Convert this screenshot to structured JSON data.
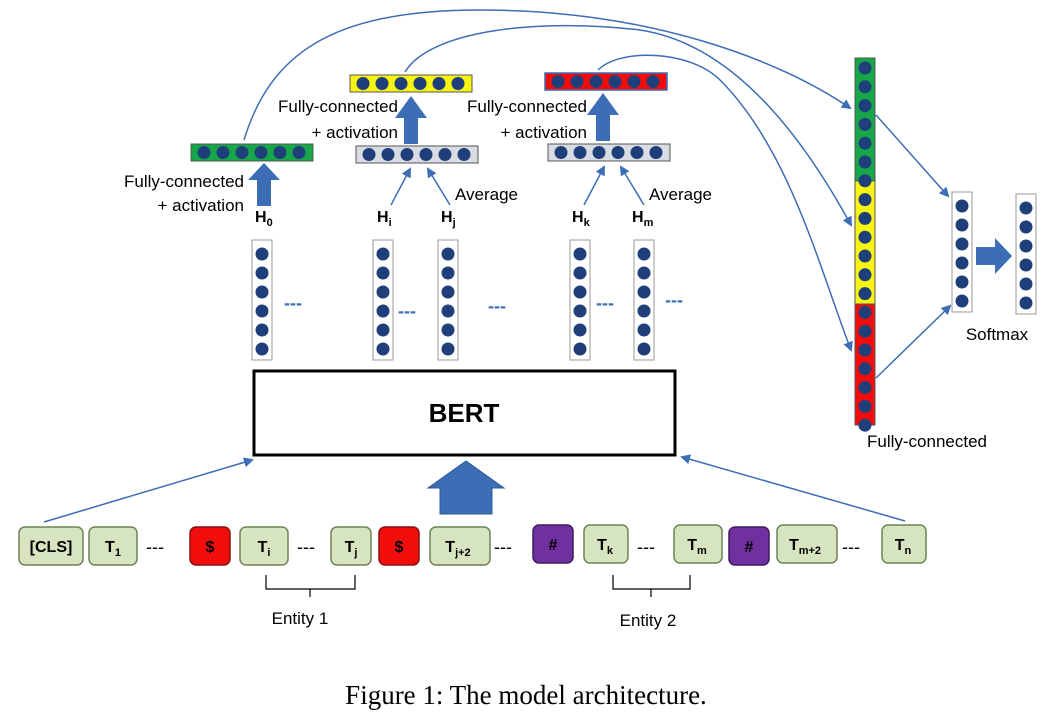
{
  "colors": {
    "dot": "#1f3f7a",
    "arrow": "#3d6db5",
    "green": "#17a74a",
    "yellow": "#f7f312",
    "red": "#f20d0d",
    "gray": "#d9dce3",
    "token_fill": "#d6e4bf",
    "token_border": "#6e8257",
    "purple": "#7030a0"
  },
  "bert": {
    "label": "BERT"
  },
  "hidden_labels": {
    "h0": {
      "main": "H",
      "sub": "0"
    },
    "hi": {
      "main": "H",
      "sub": "i"
    },
    "hj": {
      "main": "H",
      "sub": "j"
    },
    "hk": {
      "main": "H",
      "sub": "k"
    },
    "hm": {
      "main": "H",
      "sub": "m"
    }
  },
  "labels": {
    "fc_act_1a": "Fully-connected",
    "fc_act_1b": "+ activation",
    "fc_act_2a": "Fully-connected",
    "fc_act_2b": "+ activation",
    "fc_act_3a": "Fully-connected",
    "fc_act_3b": "+ activation",
    "average_1": "Average",
    "average_2": "Average",
    "softmax": "Softmax",
    "fully_connected": "Fully-connected",
    "entity1": "Entity 1",
    "entity2": "Entity 2",
    "ellipsis": "---"
  },
  "tokens": {
    "cls": {
      "main": "[CLS]",
      "sub": ""
    },
    "t1": {
      "main": "T",
      "sub": "1"
    },
    "dollar1": {
      "main": "$",
      "sub": ""
    },
    "ti": {
      "main": "T",
      "sub": "i"
    },
    "tj": {
      "main": "T",
      "sub": "j"
    },
    "dollar2": {
      "main": "$",
      "sub": ""
    },
    "tj2": {
      "main": "T",
      "sub": "j+2"
    },
    "hash1": {
      "main": "#",
      "sub": ""
    },
    "tk": {
      "main": "T",
      "sub": "k"
    },
    "tm": {
      "main": "T",
      "sub": "m"
    },
    "hash2": {
      "main": "#",
      "sub": ""
    },
    "tm2": {
      "main": "T",
      "sub": "m+2"
    },
    "tn": {
      "main": "T",
      "sub": "n"
    }
  },
  "caption": "Figure 1: The model architecture."
}
